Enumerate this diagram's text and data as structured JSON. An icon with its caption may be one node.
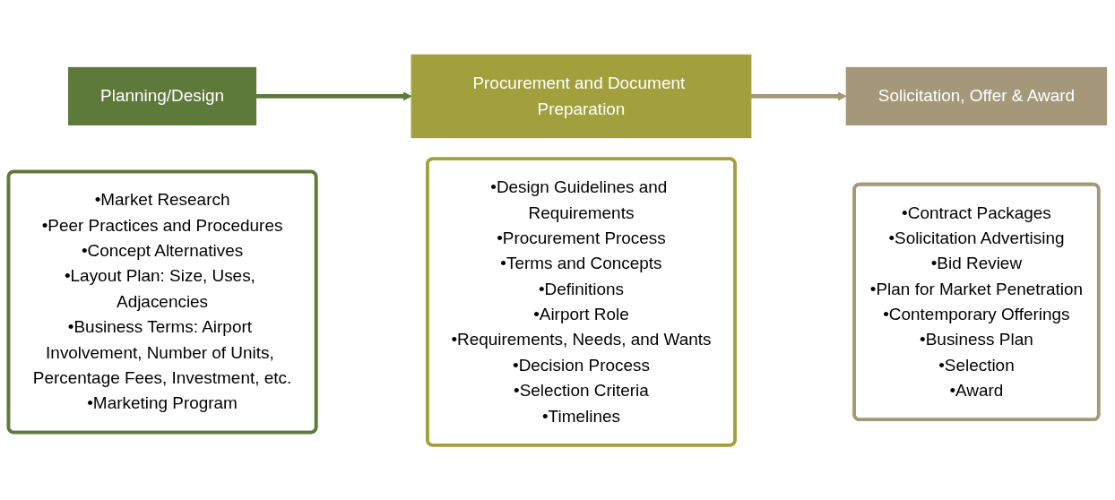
{
  "diagram": {
    "nodes": [
      {
        "text": [
          "Planning/Design"
        ]
      },
      {
        "text": [
          "•Market Research",
          "•Peer Practices and Procedures",
          "•Concept Alternatives",
          "•Layout Plan: Size, Uses, Adjacencies",
          "•Business Terms: Airport Involvement, Number of Units, Percentage Fees, Investment, etc.",
          "•Marketing Program"
        ]
      },
      {
        "text": [
          "Procurement and Document Preparation"
        ]
      },
      {
        "text": [
          "•Design Guidelines and Requirements",
          "•Procurement Process",
          "•Terms and Concepts",
          "•Definitions",
          "•Airport Role",
          "•Requirements, Needs, and Wants",
          "•Decision Process",
          "•Selection Criteria",
          "•Timelines"
        ]
      },
      {
        "text": [
          "Solicitation, Offer & Award"
        ]
      },
      {
        "text": [
          "•Contract Packages",
          "•Solicitation Advertising",
          "•Bid Review",
          "•Plan for Market Penetration",
          "•Contemporary Offerings",
          "•Business Plan",
          "•Selection",
          "•Award"
        ]
      }
    ],
    "edges": [
      {
        "from": 0,
        "to": 2,
        "arrow": "to",
        "color": "#5e7a3a"
      },
      {
        "from": 2,
        "to": 4,
        "arrow": "to",
        "color": "#a5987a"
      }
    ]
  }
}
